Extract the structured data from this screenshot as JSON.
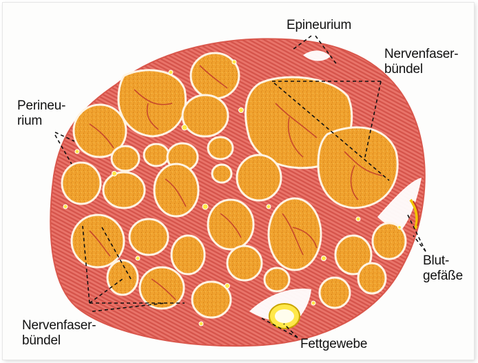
{
  "labels": {
    "epineurium": "Epineurium",
    "nervenfaserbuendel_top": "Nervenfaser-\nbündel",
    "perineurium": "Perineu-\nrium",
    "blutgefaesse": "Blut-\ngefäße",
    "nervenfaserbuendel_bottom": "Nervenfaser-\nbündel",
    "fettgewebe": "Fettgewebe"
  },
  "colors": {
    "epineurium": "#e3665c",
    "connective_stripe": "#c8453e",
    "fascicle_fill": "#f0a22e",
    "fascicle_speckle": "#d27c14",
    "perineurium_rim": "#fff4e4",
    "vessel": "#c0392b",
    "fat": "#ffe84a",
    "leader_line": "#111111"
  }
}
